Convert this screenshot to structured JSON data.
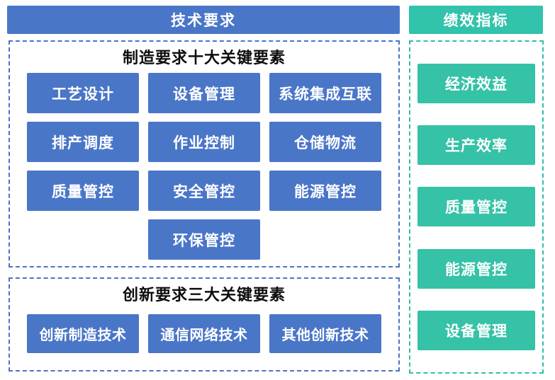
{
  "colors": {
    "blue_fill": "#4a76c8",
    "blue_dash_border": "#4b74c4",
    "teal_header_fill": "#31c3ab",
    "teal_box_fill": "#35c2a6",
    "teal_dash_border": "#2fbfa6",
    "panel_title_text": "#0d0d0d",
    "box_text": "#ffffff"
  },
  "left": {
    "header": "技术要求",
    "manufacturing": {
      "title": "制造要求十大关键要素",
      "items": [
        "工艺设计",
        "设备管理",
        "系统集成互联",
        "排产调度",
        "作业控制",
        "仓储物流",
        "质量管控",
        "安全管控",
        "能源管控",
        "环保管控"
      ]
    },
    "innovation": {
      "title": "创新要求三大关键要素",
      "items": [
        "创新制造技术",
        "通信网络技术",
        "其他创新技术"
      ]
    }
  },
  "right": {
    "header": "绩效指标",
    "items": [
      "经济效益",
      "生产效率",
      "质量管控",
      "能源管控",
      "设备管理"
    ]
  }
}
